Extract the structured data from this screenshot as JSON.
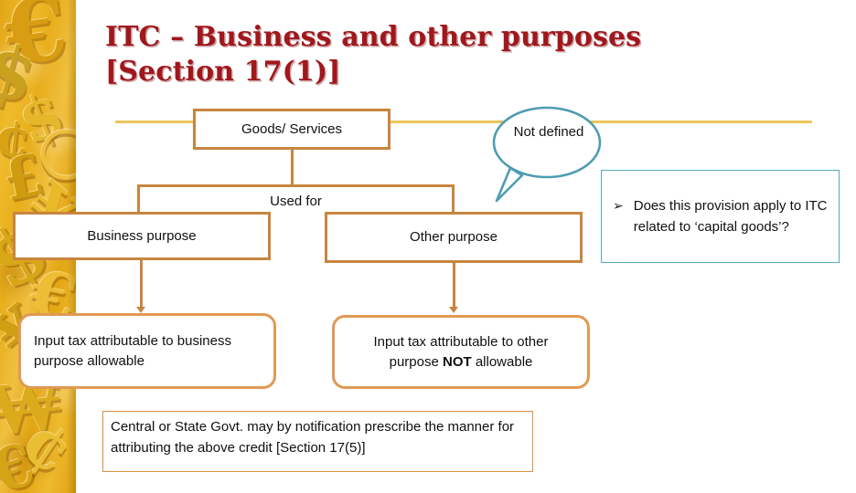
{
  "slide": {
    "title_line1": "ITC – Business and other purposes",
    "title_line2": "[Section 17(1)]",
    "title_color": "#a0171c"
  },
  "flow": {
    "root": "Goods/ Services",
    "connector_label": "Used for",
    "branch_left": "Business purpose",
    "branch_right": "Other purpose",
    "result_left": "Input tax attributable to business  purpose allowable",
    "result_right_prefix": "Input tax attributable to other purpose ",
    "result_right_emphasis": "NOT",
    "result_right_suffix": " allowable"
  },
  "note": {
    "text": "Central or State Govt. may by notification prescribe the  manner for attributing the above credit  [Section 17(5)]"
  },
  "callout": {
    "text": "Not defined",
    "color": "#4f9cb3"
  },
  "question": {
    "bullet": "➢",
    "text": "Does this provision apply to  ITC related to ‘capital goods’?",
    "border_color": "#56a7bf"
  },
  "theme": {
    "box_border": "#c8853f",
    "rounded_border": "#e09a53",
    "rule_color": "#ecc55a",
    "strip_gold": "#e8ae1c"
  },
  "decor": {
    "glyphs": [
      "€",
      "$",
      "¢",
      "£",
      "¥",
      "₨",
      "€",
      "$",
      "¥",
      "£",
      "₩",
      "¢"
    ]
  }
}
